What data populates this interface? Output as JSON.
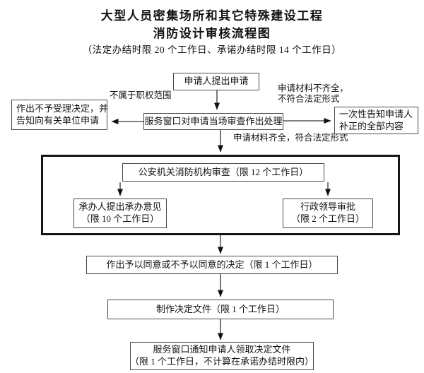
{
  "header": {
    "title_line1": "大型人员密集场所和其它特殊建设工程",
    "title_line2": "消防设计审核流程图",
    "subtitle": "（法定办结时限 20 个工作日、承诺办结时限 14 个工作日）"
  },
  "flow": {
    "applicant": {
      "label": "申请人提出申请"
    },
    "window_review": {
      "label": "服务窗口对申请当场审查作出处理"
    },
    "reject": {
      "line1": "作出不予受理决定，并",
      "line2": "告知向有关单位申请"
    },
    "notify_correction": {
      "line1": "一次性告知申请人",
      "line2": "补正的全部内容"
    },
    "fire_org_review": {
      "label": "公安机关消防机构审查（限 12 个工作日）"
    },
    "handler_opinion": {
      "line1": "承办人提出承办意见",
      "line2": "（限 10 个工作日）"
    },
    "leader_approval": {
      "line1": "行政领导审批",
      "line2": "（限 2 个工作日）"
    },
    "decision": {
      "label": "作出予以同意或不予以同意的决定（限 1 个工作日）"
    },
    "make_document": {
      "label": "制作决定文件（限 1 个工作日）"
    },
    "notify_pickup": {
      "line1": "服务窗口通知申请人领取决定文件",
      "line2": "（限 1 个工作日，不计算在承诺办结时限内）"
    }
  },
  "edge_labels": {
    "not_in_scope": "不属于职权范围",
    "materials_incomplete_line1": "申请材料不齐全，",
    "materials_incomplete_line2": "不符合法定形式",
    "materials_complete": "申请材料齐全，符合法定形式"
  },
  "colors": {
    "background": "#ffffff",
    "text": "#111111",
    "box_border": "#4a4a4a",
    "thick_border": "#161616",
    "arrow": "#333333"
  }
}
